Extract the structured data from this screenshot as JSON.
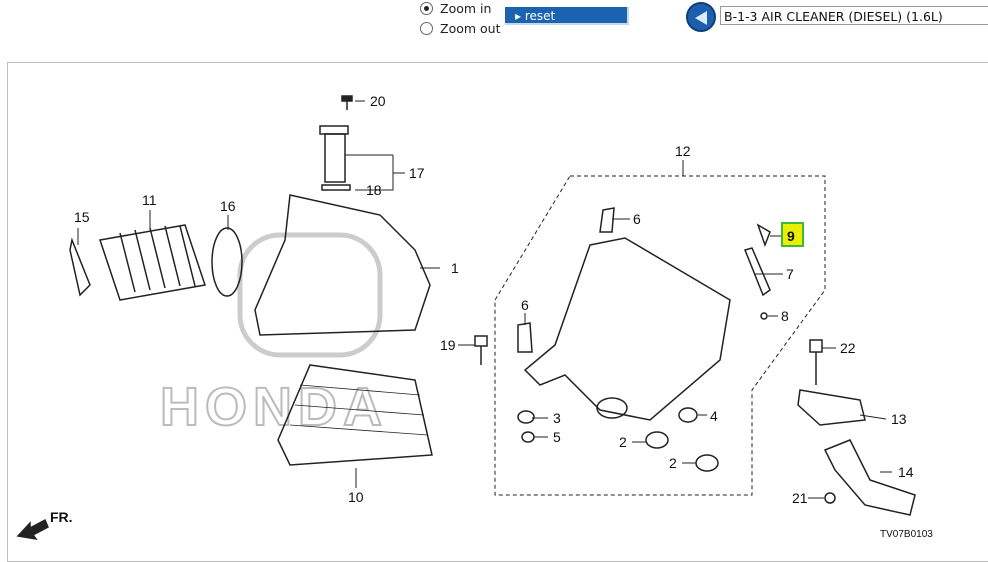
{
  "toolbar": {
    "zoom_in_label": "Zoom in",
    "zoom_out_label": "Zoom out",
    "zoom_selected": "Zoom in",
    "reset_label": "reset",
    "diagram_title": "B-1-3 AIR CLEANER (DIESEL) (1.6L)"
  },
  "diagram": {
    "callouts": [
      "20",
      "17",
      "18",
      "15",
      "11",
      "16",
      "1",
      "12",
      "6",
      "9",
      "7",
      "8",
      "6",
      "19",
      "22",
      "3",
      "5",
      "4",
      "2",
      "2",
      "13",
      "14",
      "21",
      "10"
    ],
    "highlighted_callout": "9",
    "highlight_color": "#e8f000",
    "watermark": "HONDA",
    "direction_label": "FR.",
    "drawing_code": "TV07B0103"
  }
}
